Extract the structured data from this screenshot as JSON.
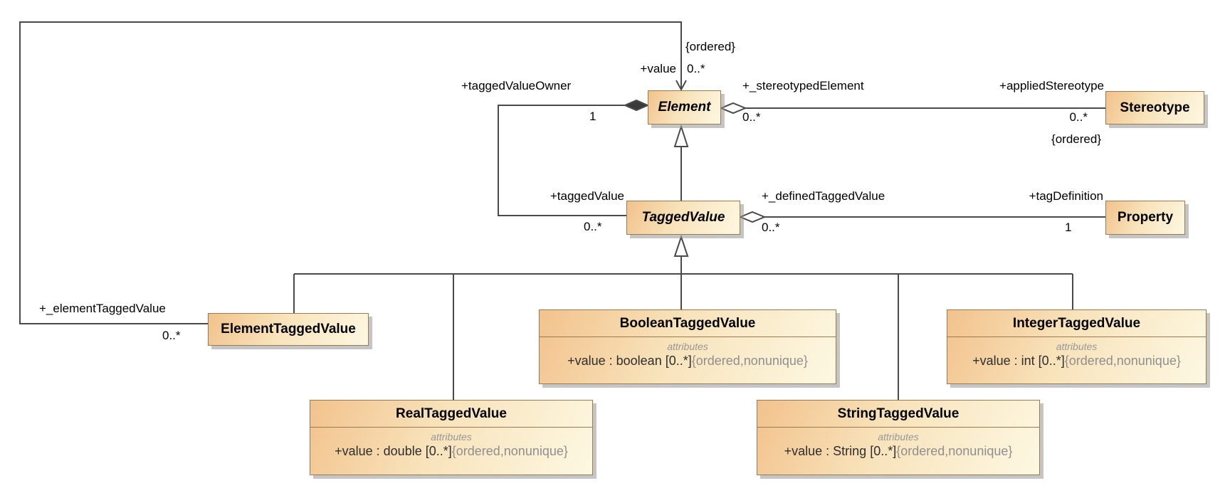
{
  "colors": {
    "box_fill_start": "#f2c28c",
    "box_fill_end": "#fdf8e2",
    "box_border": "#9b7a52",
    "line": "#4a4a4a",
    "muted_text": "#8f8f8f"
  },
  "classes": {
    "element": {
      "name": "Element"
    },
    "stereotype": {
      "name": "Stereotype"
    },
    "taggedValue": {
      "name": "TaggedValue"
    },
    "property": {
      "name": "Property"
    },
    "elementTaggedValue": {
      "name": "ElementTaggedValue"
    },
    "booleanTaggedValue": {
      "name": "BooleanTaggedValue",
      "compartment": "attributes",
      "attribute": "+value : boolean [0..*]",
      "attribute_modifier": "{ordered,nonunique}"
    },
    "integerTaggedValue": {
      "name": "IntegerTaggedValue",
      "compartment": "attributes",
      "attribute": "+value : int [0..*]",
      "attribute_modifier": "{ordered,nonunique}"
    },
    "realTaggedValue": {
      "name": "RealTaggedValue",
      "compartment": "attributes",
      "attribute": "+value : double [0..*]",
      "attribute_modifier": "{ordered,nonunique}"
    },
    "stringTaggedValue": {
      "name": "StringTaggedValue",
      "compartment": "attributes",
      "attribute": "+value : String [0..*]",
      "attribute_modifier": "{ordered,nonunique}"
    }
  },
  "labels": {
    "value_role": "+value",
    "value_mult": "0..*",
    "value_constraint": "{ordered}",
    "taggedValueOwner_role": "+taggedValueOwner",
    "taggedValueOwner_mult": "1",
    "stereotypedElement_role": "+_stereotypedElement",
    "stereotypedElement_mult": "0..*",
    "appliedStereotype_role": "+appliedStereotype",
    "appliedStereotype_mult": "0..*",
    "appliedStereotype_constraint": "{ordered}",
    "taggedValue_role": "+taggedValue",
    "taggedValue_mult": "0..*",
    "definedTaggedValue_role": "+_definedTaggedValue",
    "definedTaggedValue_mult": "0..*",
    "tagDefinition_role": "+tagDefinition",
    "tagDefinition_mult": "1",
    "elementTaggedValue_role": "+_elementTaggedValue",
    "elementTaggedValue_mult": "0..*"
  }
}
